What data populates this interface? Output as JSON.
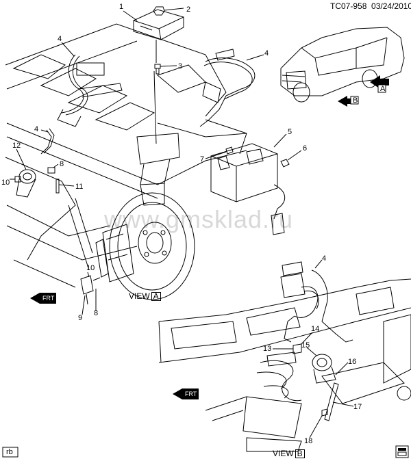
{
  "header": {
    "code": "TC07-958",
    "date": "03/24/2010"
  },
  "watermark": "www.gmsklad.ru",
  "callouts": [
    "1",
    "2",
    "3",
    "4",
    "4",
    "4",
    "5",
    "6",
    "7",
    "8",
    "8",
    "9",
    "10",
    "10",
    "11",
    "12",
    "4",
    "13",
    "14",
    "15",
    "16",
    "17",
    "18"
  ],
  "view_a": {
    "label": "VIEW",
    "letter": "A"
  },
  "view_b": {
    "label": "VIEW",
    "letter": "B"
  },
  "arrow_a": "A",
  "arrow_b": "B",
  "frt_1": "FRT",
  "frt_2": "FRT",
  "footer_left": "rb"
}
